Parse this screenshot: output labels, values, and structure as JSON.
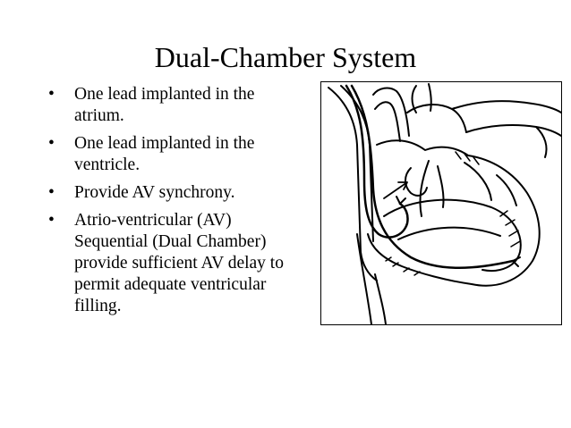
{
  "slide": {
    "title": "Dual-Chamber System",
    "bullet_glyph": "•",
    "bullets": [
      "One lead implanted in the atrium.",
      "One lead implanted in the ventricle.",
      "Provide AV synchrony.",
      "Atrio-ventricular (AV) Sequential (Dual Chamber) provide sufficient AV delay to permit adequate ventricular filling."
    ]
  },
  "figure": {
    "icon": "heart-pacemaker-leads-illustration",
    "stroke_color": "#000000"
  }
}
